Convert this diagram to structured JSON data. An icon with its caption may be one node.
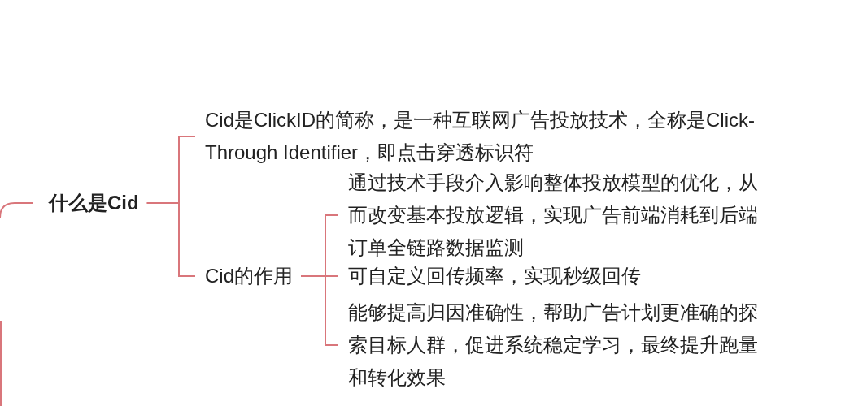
{
  "diagram": {
    "nodes": [
      {
        "text": [
          "什么是Cid"
        ]
      },
      {
        "text": [
          "Cid是ClickID的简称，是一种互联网广告投放技术，全称是Click-Through Identifier，即点击穿透标识符"
        ]
      },
      {
        "text": [
          "Cid的作用"
        ]
      },
      {
        "text": [
          "通过技术手段介入影响整体投放模型的优化，从而改变基本投放逻辑，实现广告前端消耗到后端订单全链路数据监测"
        ]
      },
      {
        "text": [
          "可自定义回传频率，实现秒级回传"
        ]
      },
      {
        "text": [
          "能够提高归因准确性，帮助广告计划更准确的探索目标人群，促进系统稳定学习，最终提升跑量和转化效果"
        ]
      }
    ],
    "edges": [
      {
        "from": null,
        "to": 0,
        "arrow": "none"
      },
      {
        "from": 0,
        "to": 1,
        "arrow": "none"
      },
      {
        "from": 0,
        "to": 2,
        "arrow": "none"
      },
      {
        "from": 2,
        "to": 3,
        "arrow": "none"
      },
      {
        "from": 2,
        "to": 4,
        "arrow": "none"
      },
      {
        "from": 2,
        "to": 5,
        "arrow": "none"
      }
    ]
  }
}
